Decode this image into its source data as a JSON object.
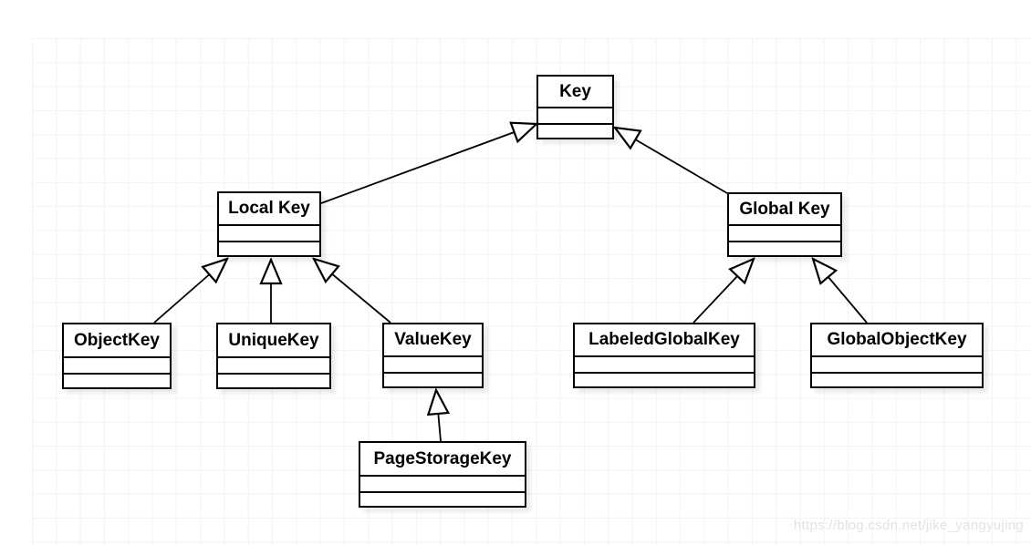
{
  "diagram": {
    "classes": {
      "key": {
        "name": "Key"
      },
      "local_key": {
        "name": "Local Key"
      },
      "global_key": {
        "name": "Global Key"
      },
      "object_key": {
        "name": "ObjectKey"
      },
      "unique_key": {
        "name": "UniqueKey"
      },
      "value_key": {
        "name": "ValueKey"
      },
      "labeled_global_key": {
        "name": "LabeledGlobalKey"
      },
      "global_object_key": {
        "name": "GlobalObjectKey"
      },
      "page_storage_key": {
        "name": "PageStorageKey"
      }
    },
    "relations": [
      {
        "from": "Local Key",
        "to": "Key",
        "type": "generalization"
      },
      {
        "from": "Global Key",
        "to": "Key",
        "type": "generalization"
      },
      {
        "from": "ObjectKey",
        "to": "Local Key",
        "type": "generalization"
      },
      {
        "from": "UniqueKey",
        "to": "Local Key",
        "type": "generalization"
      },
      {
        "from": "ValueKey",
        "to": "Local Key",
        "type": "generalization"
      },
      {
        "from": "PageStorageKey",
        "to": "ValueKey",
        "type": "generalization"
      },
      {
        "from": "LabeledGlobalKey",
        "to": "Global Key",
        "type": "generalization"
      },
      {
        "from": "GlobalObjectKey",
        "to": "Global Key",
        "type": "generalization"
      }
    ]
  },
  "watermark": "https://blog.csdn.net/jike_yangyujing"
}
